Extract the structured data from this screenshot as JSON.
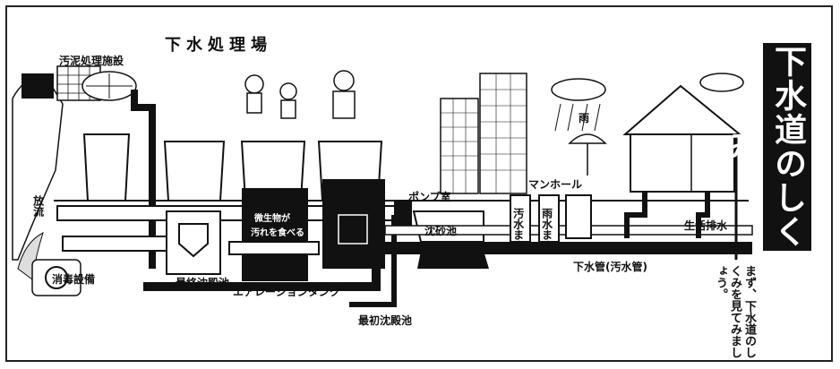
{
  "title": "下水処理場",
  "side_title": "下水道のしくみ",
  "caption": "まず、下水道のしくみを見てみましょう。",
  "labels": {
    "sludge_facility": "汚泥処理施設",
    "pump_room": "ポンプ室",
    "manhole": "マンホール",
    "grit_chamber": "沈砂池",
    "domestic_wastewater": "生活排水",
    "sewer_pipe": "下水管(汚水管)",
    "rain": "雨",
    "disinfection": "消毒設備",
    "final_settling": "最終沈殿池",
    "aeration_tank": "エアレーションタンク",
    "primary_settling": "最初沈殿池",
    "microbes": "微生物が",
    "eat_dirt": "汚れを食べる",
    "discharge": "放流",
    "sewage_masu": "汚水ます",
    "rain_masu": "雨水ます"
  },
  "colors": {
    "ink": "#111111",
    "paper": "#ffffff",
    "water": "#1a1a1a"
  }
}
